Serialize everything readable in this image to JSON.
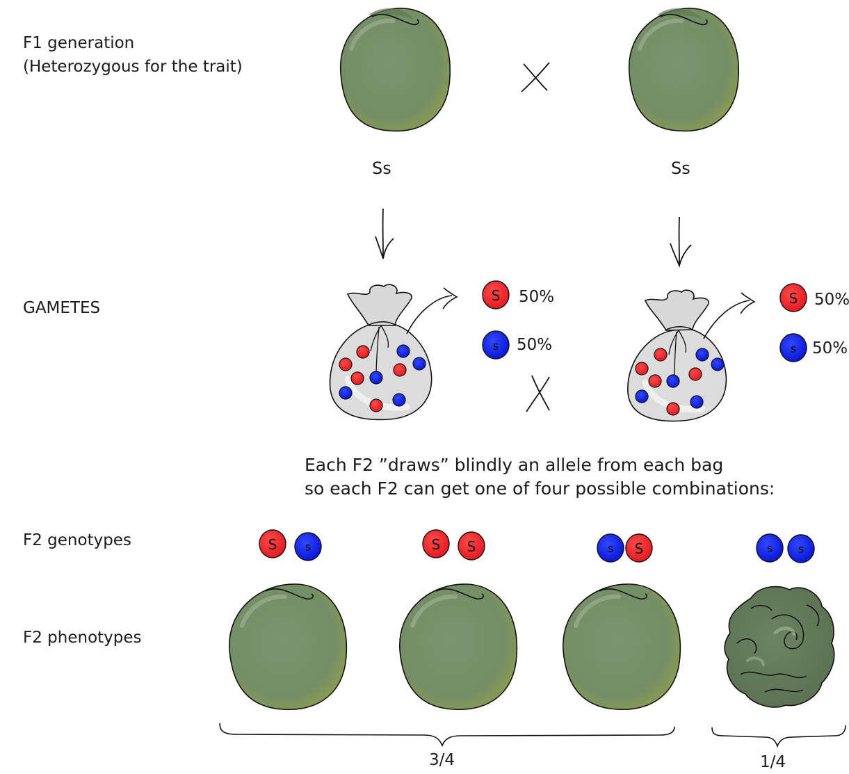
{
  "labels": {
    "f1_line1": "F1 generation",
    "f1_line2": "(Heterozygous for the trait)",
    "gametes": "GAMETES",
    "f2_genotypes": "F2 genotypes",
    "f2_phenotypes": "F2 phenotypes"
  },
  "parents": [
    {
      "genotype": "Ss"
    },
    {
      "genotype": "Ss"
    }
  ],
  "bags": [
    {
      "alleles": [
        {
          "letter": "S",
          "percent": "50%"
        },
        {
          "letter": "s",
          "percent": "50%"
        }
      ]
    },
    {
      "alleles": [
        {
          "letter": "S",
          "percent": "50%"
        },
        {
          "letter": "s",
          "percent": "50%"
        }
      ]
    }
  ],
  "caption": {
    "line1": "Each F2 ”draws” blindly an allele from each bag",
    "line2": "so each F2 can get one of four possible combinations:"
  },
  "offspring": [
    {
      "alleles": [
        "S",
        "s"
      ],
      "phenotype": "smooth"
    },
    {
      "alleles": [
        "S",
        "S"
      ],
      "phenotype": "smooth"
    },
    {
      "alleles": [
        "s",
        "S"
      ],
      "phenotype": "smooth"
    },
    {
      "alleles": [
        "s",
        "s"
      ],
      "phenotype": "wrinkled"
    }
  ],
  "ratios": {
    "dominant": "3/4",
    "recessive": "1/4"
  },
  "colors": {
    "dominant_allele": "#ee1c25",
    "recessive_allele": "#0a1ee6",
    "pea": "#768f68",
    "pea_rim": "#889a55",
    "wrinkled_pea": "#62795a",
    "bag": "#dcdcdc"
  }
}
